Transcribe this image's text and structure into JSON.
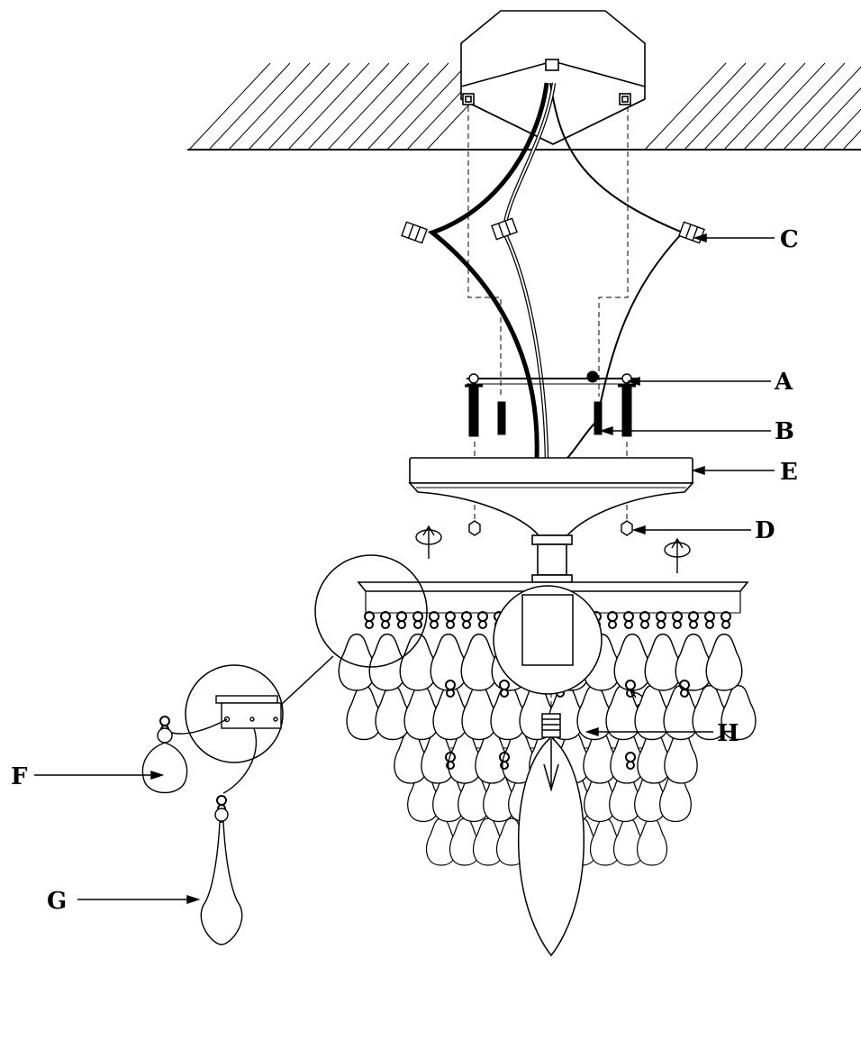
{
  "diagram": {
    "callouts": [
      {
        "id": "A",
        "text": "A"
      },
      {
        "id": "B",
        "text": "B"
      },
      {
        "id": "C",
        "text": "C"
      },
      {
        "id": "D",
        "text": "D"
      },
      {
        "id": "E",
        "text": "E"
      },
      {
        "id": "F",
        "text": "F"
      },
      {
        "id": "G",
        "text": "G"
      },
      {
        "id": "H",
        "text": "H"
      }
    ],
    "line_color": "#000000",
    "background": "#ffffff"
  }
}
